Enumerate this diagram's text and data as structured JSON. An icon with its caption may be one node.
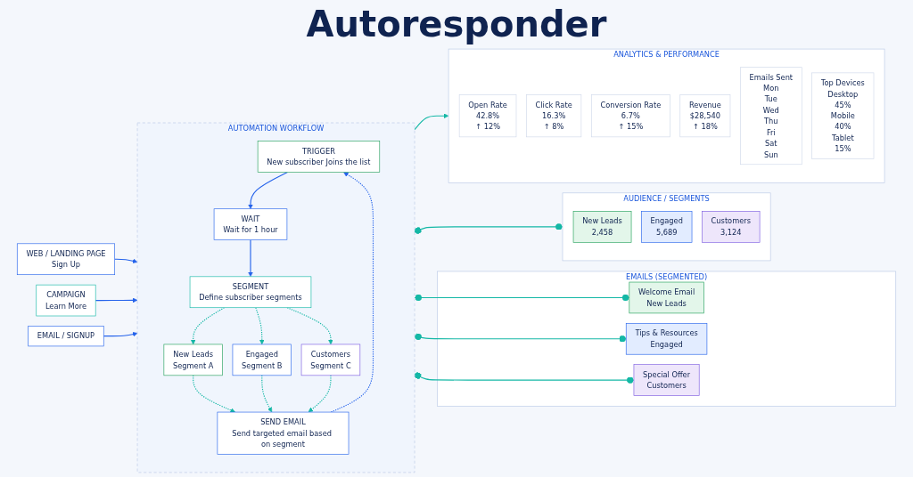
{
  "diagram": {
    "title": "Autoresponder",
    "nodes": [
      {
        "text": [
          "WEB / LANDING PAGE",
          "Sign Up"
        ]
      },
      {
        "text": [
          "CAMPAIGN",
          "Learn More"
        ]
      },
      {
        "text": [
          "EMAIL / SIGNUP"
        ]
      },
      {
        "text": [
          "AUTOMATION WORKFLOW"
        ]
      },
      {
        "text": [
          "TRIGGER",
          "New subscriber Joins the list"
        ],
        "in": 3
      },
      {
        "text": [
          "WAIT",
          "Wait for 1 hour"
        ],
        "in": 3
      },
      {
        "text": [
          "SEGMENT",
          "Define subscriber segments"
        ],
        "in": 3
      },
      {
        "text": [
          "New Leads",
          "Segment A"
        ],
        "in": 3
      },
      {
        "text": [
          "Engaged",
          "Segment B"
        ],
        "in": 3
      },
      {
        "text": [
          "Customers",
          "Segment C"
        ],
        "in": 3
      },
      {
        "text": [
          "SEND EMAIL",
          "Send targeted email based on segment"
        ],
        "in": 3
      },
      {
        "text": [
          "EMAILS (SEGMENTED)"
        ]
      },
      {
        "text": [
          "Welcome Email",
          "New Leads"
        ],
        "in": 11
      },
      {
        "text": [
          "Tips & Resources",
          "Engaged"
        ],
        "in": 11
      },
      {
        "text": [
          "Special Offer",
          "Customers"
        ],
        "in": 11
      },
      {
        "text": [
          "AUDIENCE / SEGMENTS"
        ]
      },
      {
        "text": [
          "New Leads",
          "2,458"
        ],
        "in": 15
      },
      {
        "text": [
          "Engaged",
          "5,689"
        ],
        "in": 15
      },
      {
        "text": [
          "Customers",
          "3,124"
        ],
        "in": 15
      },
      {
        "text": [
          "ANALYTICS & PERFORMANCE"
        ]
      },
      {
        "text": [
          "Open Rate",
          "42.8%",
          "↑ 12%"
        ],
        "in": 19
      },
      {
        "text": [
          "Click Rate",
          "16.3%",
          "↑ 8%"
        ],
        "in": 19
      },
      {
        "text": [
          "Conversion Rate",
          "6.7%",
          "↑ 15%"
        ],
        "in": 19
      },
      {
        "text": [
          "Revenue",
          "$28,540",
          "↑ 18%"
        ],
        "in": 19
      },
      {
        "text": [
          "Emails Sent",
          "Mon",
          "Tue",
          "Wed",
          "Thu",
          "Fri",
          "Sat",
          "Sun"
        ],
        "in": 19
      },
      {
        "text": [
          "Top Devices",
          "Desktop",
          "45%",
          "Mobile",
          "40%",
          "Tablet",
          "15%"
        ],
        "in": 19
      }
    ],
    "edges": [
      {
        "from": 0,
        "to": 3,
        "arrow": "to",
        "color": "#2563eb"
      },
      {
        "from": 1,
        "to": 3,
        "arrow": "to",
        "color": "#2563eb"
      },
      {
        "from": 2,
        "to": 3,
        "arrow": "to",
        "color": "#2563eb"
      },
      {
        "from": 4,
        "to": 5,
        "arrow": "to",
        "color": "#2563eb"
      },
      {
        "from": 5,
        "to": 6,
        "arrow": "to",
        "color": "#2563eb"
      },
      {
        "from": 6,
        "to": 7,
        "arrow": "to",
        "style": "dashed"
      },
      {
        "from": 6,
        "to": 8,
        "arrow": "to",
        "style": "dashed"
      },
      {
        "from": 6,
        "to": 9,
        "arrow": "to",
        "style": "dashed"
      },
      {
        "from": 7,
        "to": 10,
        "arrow": "to",
        "style": "dashed"
      },
      {
        "from": 8,
        "to": 10,
        "arrow": "to",
        "style": "dashed"
      },
      {
        "from": 9,
        "to": 10,
        "arrow": "to",
        "style": "dashed"
      },
      {
        "from": 10,
        "to": 4,
        "arrow": "to",
        "style": "dashed",
        "color": "#2563eb"
      },
      {
        "from": 3,
        "to": 12,
        "arrow": "other"
      },
      {
        "from": 3,
        "to": 13,
        "arrow": "other"
      },
      {
        "from": 3,
        "to": 14,
        "arrow": "other"
      },
      {
        "from": 3,
        "to": 15,
        "arrow": "other"
      },
      {
        "from": 3,
        "to": 19,
        "arrow": "to"
      }
    ]
  }
}
